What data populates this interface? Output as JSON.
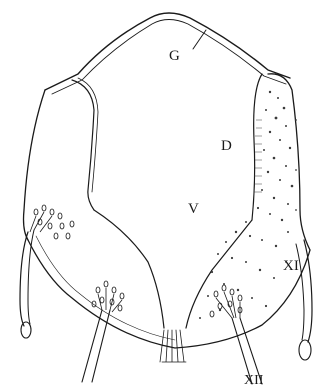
{
  "figure": {
    "labels": {
      "G": "G",
      "D": "D",
      "V": "V",
      "XI": "XI",
      "XII": "XII"
    },
    "colors": {
      "ink": "#1a1a1a",
      "stipple": "#3a3a3a",
      "paper": "#ffffff"
    }
  }
}
